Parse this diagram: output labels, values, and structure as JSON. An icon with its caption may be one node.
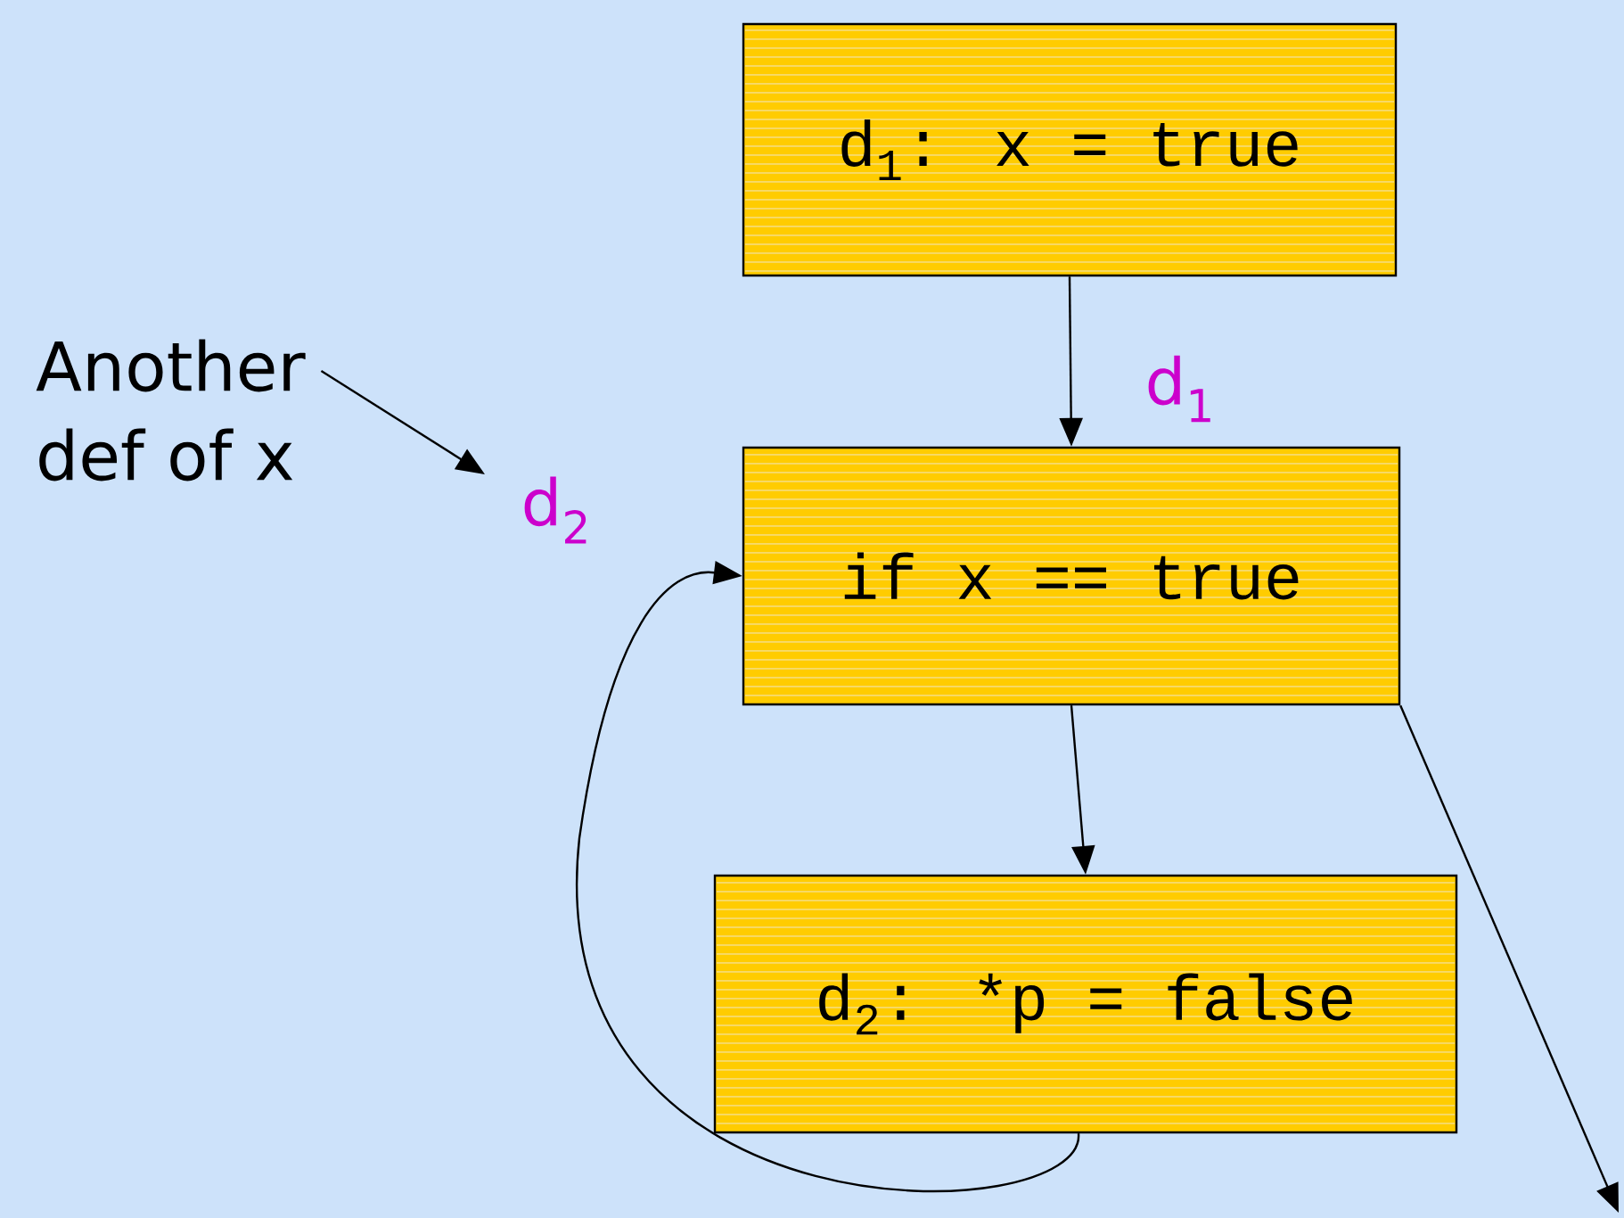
{
  "diagram": {
    "nodes": [
      {
        "text": [
          "d$_{1}$: x = true"
        ]
      },
      {
        "text": [
          "if x == true"
        ]
      },
      {
        "text": [
          "d$_{2}$: *p = false"
        ]
      },
      {
        "text": [
          "Another def of x"
        ]
      }
    ],
    "edges": [
      {
        "from": 0,
        "to": 1,
        "arrow": "to",
        "label": "d$_{1}$"
      },
      {
        "from": 1,
        "to": 2,
        "arrow": "to"
      },
      {
        "from": 2,
        "to": 1,
        "arrow": "to",
        "label": "d$_{2}$"
      },
      {
        "from": 1,
        "to": null,
        "arrow": "to"
      },
      {
        "from": 3,
        "to": null,
        "arrow": "to"
      }
    ]
  }
}
